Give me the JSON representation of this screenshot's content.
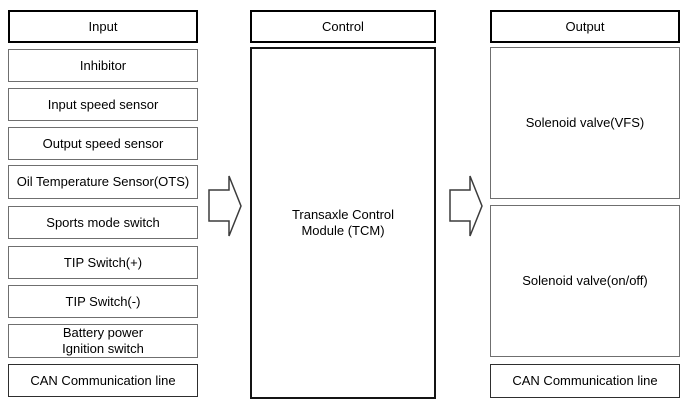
{
  "columns": {
    "input": {
      "header": "Input",
      "items": {
        "inhibitor": "Inhibitor",
        "input_speed_sensor": "Input speed sensor",
        "output_speed_sensor": "Output speed sensor",
        "oil_temp_sensor": "Oil Temperature Sensor(OTS)",
        "sports_mode_switch": "Sports mode switch",
        "tip_switch_plus": "TIP Switch(+)",
        "tip_switch_minus": "TIP Switch(-)",
        "battery_ignition": "Battery power\nIgnition switch",
        "can_line": "CAN Communication line"
      }
    },
    "control": {
      "header": "Control",
      "module": "Transaxle Control\nModule (TCM)"
    },
    "output": {
      "header": "Output",
      "items": {
        "solenoid_vfs": "Solenoid valve(VFS)",
        "solenoid_onoff": "Solenoid valve(on/off)",
        "can_line": "CAN Communication line"
      }
    }
  },
  "arrows": {
    "input_to_control": "right-block-arrow",
    "control_to_output": "right-block-arrow"
  },
  "colors": {
    "background": "#ffffff",
    "box_fill": "#ffffff",
    "header_border": "#000000",
    "item_border": "#6f6f6f",
    "can_border": "#2e2e2e",
    "module_border": "#141414",
    "arrow_outline": "#3c3c3c",
    "text": "#000000"
  }
}
